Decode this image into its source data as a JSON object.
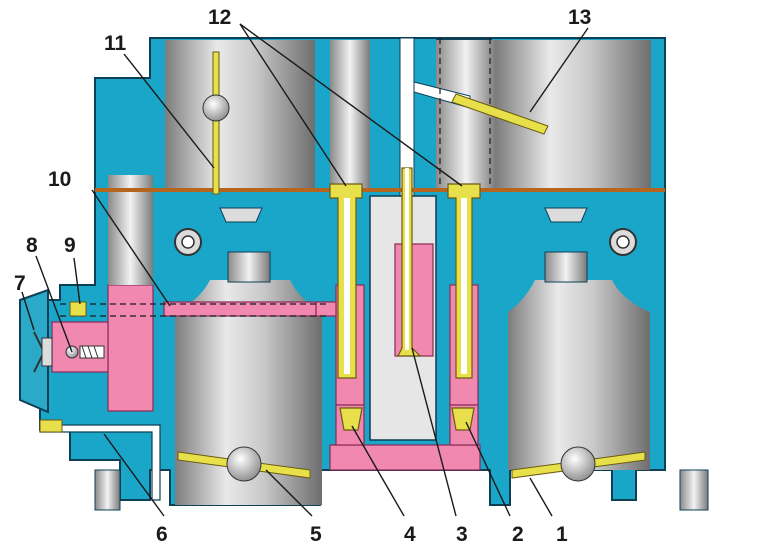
{
  "labels": {
    "l1": "1",
    "l2": "2",
    "l3": "3",
    "l4": "4",
    "l5": "5",
    "l6": "6",
    "l7": "7",
    "l8": "8",
    "l9": "9",
    "l10": "10",
    "l11": "11",
    "l12": "12",
    "l13": "13"
  },
  "colors": {
    "body": "#19a6c9",
    "fuel": "#f088b0",
    "jet": "#e8e04a",
    "bore": "#a8a8a8",
    "gasket": "#b5651d"
  }
}
